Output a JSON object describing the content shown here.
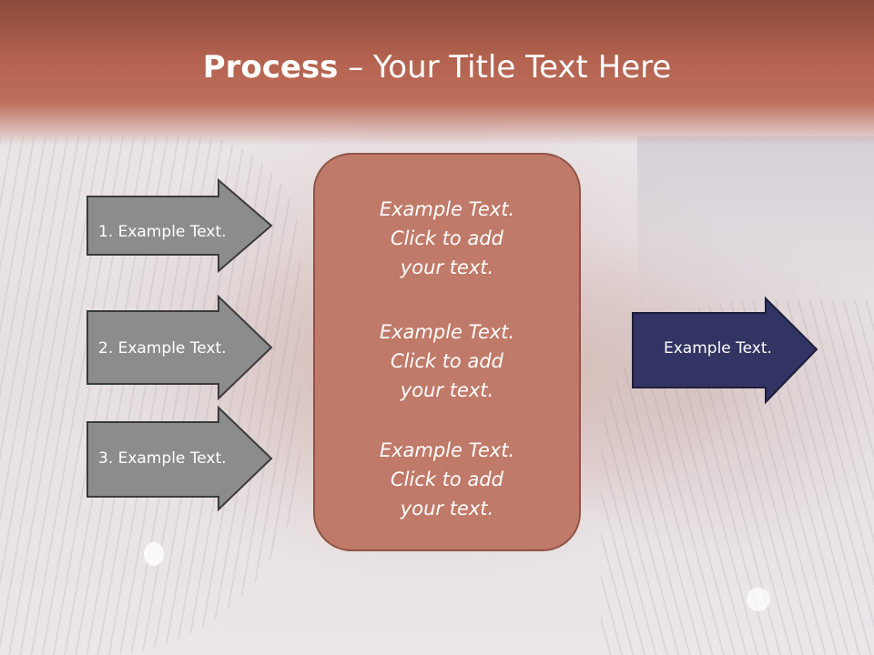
{
  "slide": {
    "title_bold": "Process",
    "title_rest": " – Your Title Text Here"
  },
  "left_arrows": [
    {
      "label": "1. Example Text."
    },
    {
      "label": "2. Example Text."
    },
    {
      "label": "3. Example Text."
    }
  ],
  "center_box": {
    "blocks": [
      {
        "line1": "Example Text.",
        "line2": "Click  to add",
        "line3": "your text."
      },
      {
        "line1": "Example Text.",
        "line2": "Click  to add",
        "line3": "your text."
      },
      {
        "line1": "Example Text.",
        "line2": "Click  to add",
        "line3": "your text."
      }
    ]
  },
  "right_arrow": {
    "label": "Example Text."
  },
  "colors": {
    "title_band": "#b3624f",
    "left_arrow_fill": "#8c8c8c",
    "center_box_fill": "#c07a69",
    "right_arrow_fill": "#323463"
  }
}
